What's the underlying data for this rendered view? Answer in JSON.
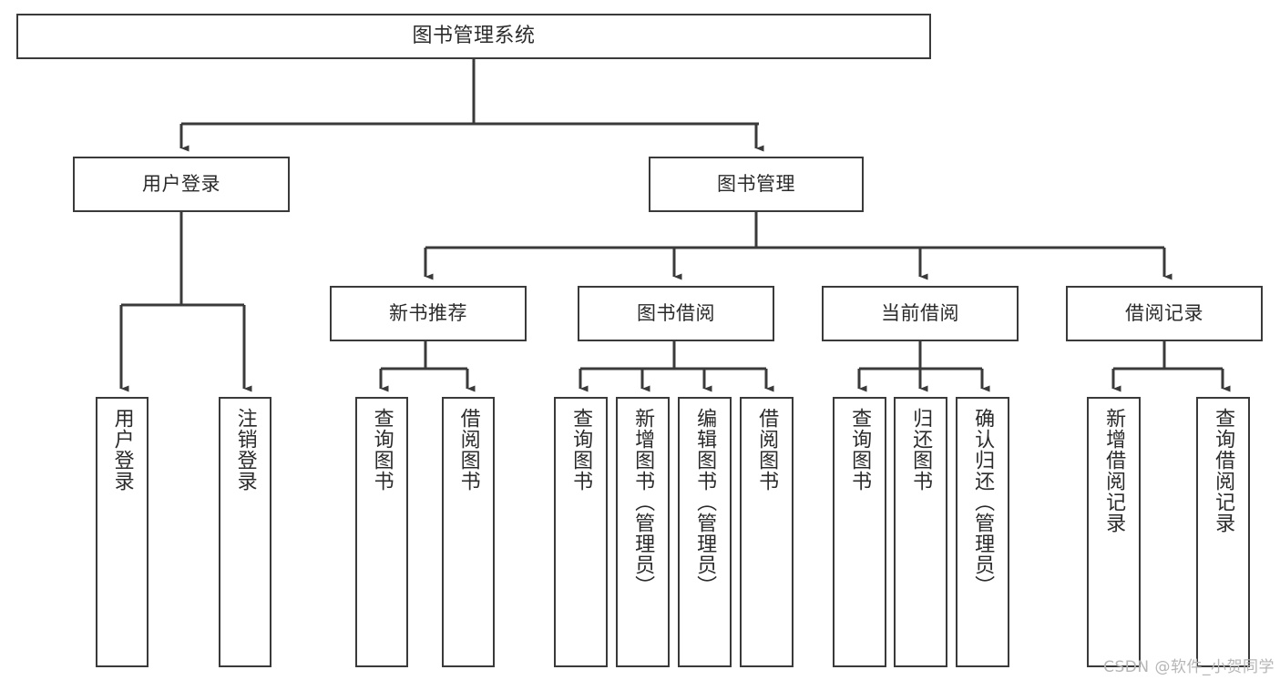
{
  "diagram": {
    "title": "图书管理系统",
    "watermark": "CSDN @软件_小贺同学",
    "stroke_color": "#3a3a3a",
    "fill_color": "#ffffff",
    "text_color": "#2b2b2b",
    "watermark_color": "#b6b6b6",
    "type": "tree",
    "levels": 4,
    "nodes": {
      "root": {
        "label": "图书管理系统"
      },
      "l1": [
        {
          "label": "用户登录"
        },
        {
          "label": "图书管理"
        }
      ],
      "l2": [
        {
          "label": "新书推荐"
        },
        {
          "label": "图书借阅"
        },
        {
          "label": "当前借阅"
        },
        {
          "label": "借阅记录"
        }
      ],
      "leaves": [
        {
          "label": "用户登录"
        },
        {
          "label": "注销登录"
        },
        {
          "label": "查询图书"
        },
        {
          "label": "借阅图书"
        },
        {
          "label": "查询图书"
        },
        {
          "label": "新增图书（管理员）"
        },
        {
          "label": "编辑图书（管理员）"
        },
        {
          "label": "借阅图书"
        },
        {
          "label": "查询图书"
        },
        {
          "label": "归还图书"
        },
        {
          "label": "确认归还（管理员）"
        },
        {
          "label": "新增借阅记录"
        },
        {
          "label": "查询借阅记录"
        }
      ]
    },
    "edges": [
      {
        "from": "图书管理系统",
        "to": "用户登录"
      },
      {
        "from": "图书管理系统",
        "to": "图书管理"
      },
      {
        "from": "用户登录",
        "to": "用户登录"
      },
      {
        "from": "用户登录",
        "to": "注销登录"
      },
      {
        "from": "图书管理",
        "to": "新书推荐"
      },
      {
        "from": "图书管理",
        "to": "图书借阅"
      },
      {
        "from": "图书管理",
        "to": "当前借阅"
      },
      {
        "from": "图书管理",
        "to": "借阅记录"
      },
      {
        "from": "新书推荐",
        "to": "查询图书"
      },
      {
        "from": "新书推荐",
        "to": "借阅图书"
      },
      {
        "from": "图书借阅",
        "to": "查询图书"
      },
      {
        "from": "图书借阅",
        "to": "新增图书（管理员）"
      },
      {
        "from": "图书借阅",
        "to": "编辑图书（管理员）"
      },
      {
        "from": "图书借阅",
        "to": "借阅图书"
      },
      {
        "from": "当前借阅",
        "to": "查询图书"
      },
      {
        "from": "当前借阅",
        "to": "归还图书"
      },
      {
        "from": "当前借阅",
        "to": "确认归还（管理员）"
      },
      {
        "from": "借阅记录",
        "to": "新增借阅记录"
      },
      {
        "from": "借阅记录",
        "to": "查询借阅记录"
      }
    ]
  }
}
